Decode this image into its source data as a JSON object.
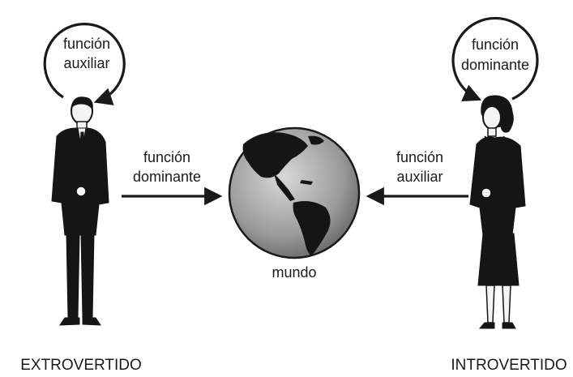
{
  "left": {
    "loop_label": [
      "función",
      "auxiliar"
    ],
    "arrow_label": [
      "función",
      "dominante"
    ],
    "caption": "EXTROVERTIDO"
  },
  "right": {
    "loop_label": [
      "función",
      "dominante"
    ],
    "arrow_label": [
      "función",
      "auxiliar"
    ],
    "caption": "INTROVERTIDO"
  },
  "center": {
    "label": "mundo"
  }
}
